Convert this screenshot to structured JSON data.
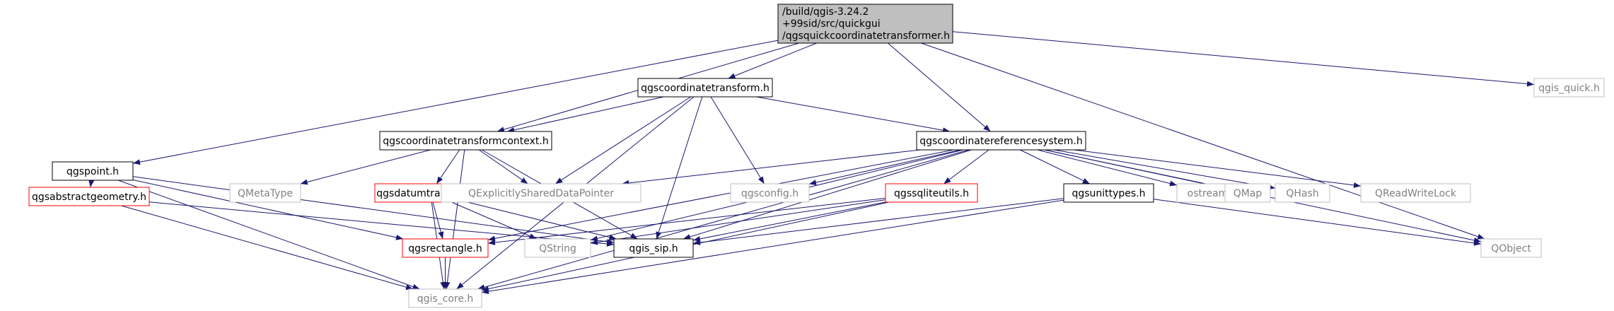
{
  "graph": {
    "colors": {
      "edge": "#191970",
      "root_fill": "#bfbfbf",
      "node_border_default": "#000000",
      "node_border_missing": "#bfbfbf",
      "node_border_incomplete": "#ff0000",
      "text_default": "#000000",
      "text_missing": "#808080"
    },
    "nodes": [
      {
        "id": "root",
        "lines": [
          "/build/qgis-3.24.2",
          "+99sid/src/quickgui",
          "/qgsquickcoordinatetransformer.h"
        ],
        "kind": "root"
      },
      {
        "id": "qgspoint",
        "lines": [
          "qgspoint.h"
        ],
        "kind": "default"
      },
      {
        "id": "qgscoordinatetransformcontext",
        "lines": [
          "qgscoordinatetransformcontext.h"
        ],
        "kind": "default"
      },
      {
        "id": "qgscoordinatetransform",
        "lines": [
          "qgscoordinatetransform.h"
        ],
        "kind": "default"
      },
      {
        "id": "qgscoordinatereferencesystem",
        "lines": [
          "qgscoordinatereferencesystem.h"
        ],
        "kind": "default"
      },
      {
        "id": "qgis_quick",
        "lines": [
          "qgis_quick.h"
        ],
        "kind": "missing"
      },
      {
        "id": "qgsabstractgeometry",
        "lines": [
          "qgsabstractgeometry.h"
        ],
        "kind": "incomplete"
      },
      {
        "id": "qmetatype",
        "lines": [
          "QMetaType"
        ],
        "kind": "missing"
      },
      {
        "id": "qgsdatumtransform",
        "lines": [
          "qgsdatumtransform.h"
        ],
        "kind": "incomplete"
      },
      {
        "id": "qexplicitly",
        "lines": [
          "QExplicitlySharedDataPointer"
        ],
        "kind": "missing"
      },
      {
        "id": "qgsconfig",
        "lines": [
          "qgsconfig.h"
        ],
        "kind": "missing"
      },
      {
        "id": "qgssqliteutils",
        "lines": [
          "qgssqliteutils.h"
        ],
        "kind": "incomplete"
      },
      {
        "id": "qgsunittypes",
        "lines": [
          "qgsunittypes.h"
        ],
        "kind": "default"
      },
      {
        "id": "ostream",
        "lines": [
          "ostream"
        ],
        "kind": "missing"
      },
      {
        "id": "qmap",
        "lines": [
          "QMap"
        ],
        "kind": "missing"
      },
      {
        "id": "qhash",
        "lines": [
          "QHash"
        ],
        "kind": "missing"
      },
      {
        "id": "qreadwritelock",
        "lines": [
          "QReadWriteLock"
        ],
        "kind": "missing"
      },
      {
        "id": "qobject",
        "lines": [
          "QObject"
        ],
        "kind": "missing"
      },
      {
        "id": "qgsrectangle",
        "lines": [
          "qgsrectangle.h"
        ],
        "kind": "incomplete"
      },
      {
        "id": "qstring",
        "lines": [
          "QString"
        ],
        "kind": "missing"
      },
      {
        "id": "qgis_sip",
        "lines": [
          "qgis_sip.h"
        ],
        "kind": "default"
      },
      {
        "id": "qgis_core",
        "lines": [
          "qgis_core.h"
        ],
        "kind": "missing"
      }
    ],
    "edges": [
      [
        "root",
        "qgspoint"
      ],
      [
        "root",
        "qgscoordinatetransformcontext"
      ],
      [
        "root",
        "qgscoordinatetransform"
      ],
      [
        "root",
        "qgscoordinatereferencesystem"
      ],
      [
        "root",
        "qobject"
      ],
      [
        "root",
        "qgis_quick"
      ],
      [
        "qgscoordinatetransform",
        "qgscoordinatetransformcontext"
      ],
      [
        "qgscoordinatetransform",
        "qgscoordinatereferencesystem"
      ],
      [
        "qgscoordinatetransform",
        "qexplicitly"
      ],
      [
        "qgscoordinatetransform",
        "qgsconfig"
      ],
      [
        "qgscoordinatetransform",
        "qgis_sip"
      ],
      [
        "qgscoordinatetransform",
        "qgis_core"
      ],
      [
        "qgspoint",
        "qgsabstractgeometry"
      ],
      [
        "qgspoint",
        "qgis_sip"
      ],
      [
        "qgspoint",
        "qgsrectangle"
      ],
      [
        "qgspoint",
        "qgis_core"
      ],
      [
        "qgscoordinatetransformcontext",
        "qmetatype"
      ],
      [
        "qgscoordinatetransformcontext",
        "qgsdatumtransform"
      ],
      [
        "qgscoordinatetransformcontext",
        "qexplicitly"
      ],
      [
        "qgscoordinatetransformcontext",
        "qgis_sip"
      ],
      [
        "qgscoordinatetransformcontext",
        "qgis_core"
      ],
      [
        "qgscoordinatereferencesystem",
        "qexplicitly"
      ],
      [
        "qgscoordinatereferencesystem",
        "qgsconfig"
      ],
      [
        "qgscoordinatereferencesystem",
        "qgssqliteutils"
      ],
      [
        "qgscoordinatereferencesystem",
        "qgsunittypes"
      ],
      [
        "qgscoordinatereferencesystem",
        "ostream"
      ],
      [
        "qgscoordinatereferencesystem",
        "qmap"
      ],
      [
        "qgscoordinatereferencesystem",
        "qhash"
      ],
      [
        "qgscoordinatereferencesystem",
        "qreadwritelock"
      ],
      [
        "qgscoordinatereferencesystem",
        "qobject"
      ],
      [
        "qgscoordinatereferencesystem",
        "qgis_sip"
      ],
      [
        "qgscoordinatereferencesystem",
        "qgis_core"
      ],
      [
        "qgscoordinatereferencesystem",
        "qgsrectangle"
      ],
      [
        "qgscoordinatereferencesystem",
        "qstring"
      ],
      [
        "qgsabstractgeometry",
        "qgis_sip"
      ],
      [
        "qgsabstractgeometry",
        "qgis_core"
      ],
      [
        "qgsdatumtransform",
        "qgsrectangle"
      ],
      [
        "qgsdatumtransform",
        "qstring"
      ],
      [
        "qgsdatumtransform",
        "qgis_sip"
      ],
      [
        "qgsdatumtransform",
        "qgis_core"
      ],
      [
        "qgssqliteutils",
        "qgsrectangle"
      ],
      [
        "qgssqliteutils",
        "qstring"
      ],
      [
        "qgssqliteutils",
        "qgis_sip"
      ],
      [
        "qgssqliteutils",
        "qgis_core"
      ],
      [
        "qgsunittypes",
        "qgis_sip"
      ],
      [
        "qgsunittypes",
        "qobject"
      ],
      [
        "qgsunittypes",
        "qgis_core"
      ],
      [
        "qgsrectangle",
        "qgis_core"
      ]
    ]
  }
}
